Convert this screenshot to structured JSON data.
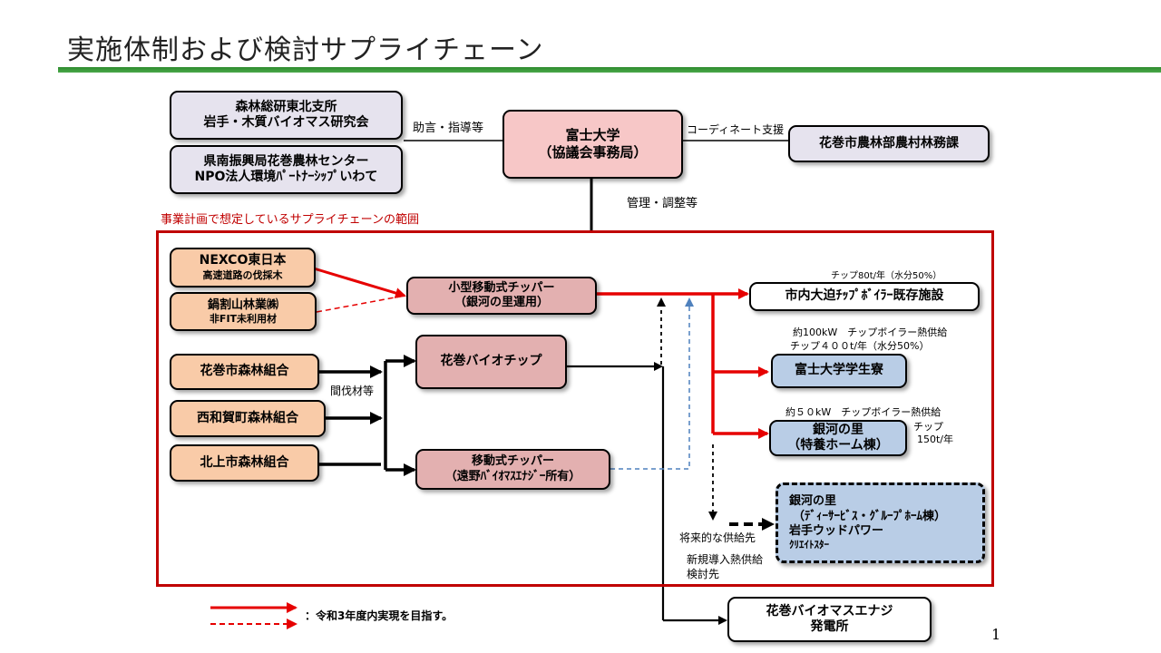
{
  "page": {
    "title": "実施体制および検討サプライチェーン",
    "page_number": "1"
  },
  "org": {
    "morinori": [
      "森林総研東北支所",
      "岩手・木質バイオマス研究会"
    ],
    "kennan": [
      "県南振興局花巻農林センター",
      "NPO法人環境ﾊﾟｰﾄﾅｰｼｯﾌﾟいわて"
    ],
    "fuji": [
      "富士大学",
      "（協議会事務局）"
    ],
    "hanamaki_city": "花巻市農林部農村林務課",
    "advice": "助言・指導等",
    "coordinate": "コーディネート支援",
    "manage": "管理・調整等"
  },
  "scope_label": "事業計画で想定しているサプライチェーンの範囲",
  "suppliers": {
    "nexco": [
      "NEXCO東日本",
      "高速道路の伐採木"
    ],
    "nabewari": [
      "鍋割山林業㈱",
      "非FIT未利用材"
    ],
    "hanamaki_forest": "花巻市森林組合",
    "nishiwaga": "西和賀町森林組合",
    "kitakami": "北上市森林組合",
    "thinning": "間伐材等"
  },
  "processors": {
    "small_chipper": [
      "小型移動式チッパー",
      "（銀河の里運用）"
    ],
    "hanamaki_bio": "花巻バイオチップ",
    "mobile_chipper": [
      "移動式チッパー",
      "（遠野ﾊﾞｲｵﾏｽｴﾅｼﾞｰ所有）"
    ]
  },
  "destinations": {
    "ohasama": "市内大迫ﾁｯﾌﾟﾎﾞｲﾗｰ既存施設",
    "ohasama_note": "チップ80t/年（水分50%）",
    "dorm": "富士大学学生寮",
    "dorm_note": [
      "約100kW　チップボイラー熱供給",
      "チップ４００t/年（水分50%）"
    ],
    "ginga": [
      "銀河の里",
      "（特養ホーム棟）"
    ],
    "ginga_note": "約５０kW　チップボイラー熱供給",
    "ginga_chip": [
      "チップ",
      "150t/年"
    ],
    "future": [
      "銀河の里",
      "（ﾃﾞｨｰｻｰﾋﾞｽ・ｸﾞﾙｰﾌﾟﾎｰﾑ棟）",
      "岩手ウッドパワー",
      "ｸﾘｴｲﾄｽﾀｰ"
    ],
    "future_label": "将来的な供給先",
    "new_heat": [
      "新規導入熱供給",
      "検討先"
    ],
    "power_plant": [
      "花巻バイオマスエナジ",
      "発電所"
    ]
  },
  "legend": {
    "text": "：令和3年度内実現を目指す。",
    "solid_color": "#e60000",
    "dashed_color": "#e60000"
  },
  "colors": {
    "red": "#e60000",
    "scope_border": "#c00000",
    "dashed_blue": "#4f81bd",
    "title_rule": "#2e8b2e"
  }
}
